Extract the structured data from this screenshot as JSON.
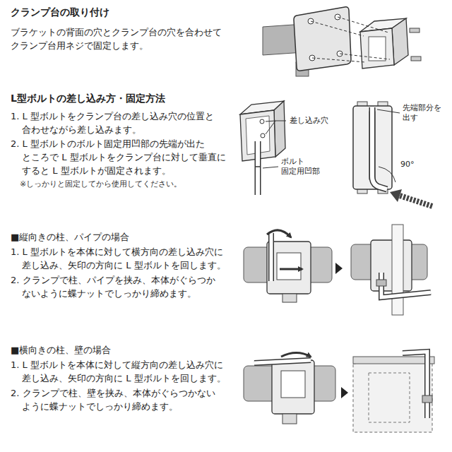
{
  "diagram": {
    "labels": [
      "クランプ台の取り付け",
      "ブラケットの背面の穴とクランプ台の穴を合わせて クランプ台用ネジで固定します。",
      "L型ボルトの差し込み方・固定方法",
      "1. L 型ボルトをクランプ台の差し込み穴の位置と 合わせながら差し込みます。",
      "2. L 型ボルトのボルト固定用凹部の先端が出た ところで L 型ボルトをクランプ台に対して垂直に すると L 型ボルトが固定されます。",
      "※しっかりと固定してから使用してください。",
      "差し込み穴",
      "ボルト 固定用凹部",
      "先端部分を 出す",
      "90°",
      "■縦向きの柱、パイプの場合",
      "1. L 型ボルトを本体に対して横方向の差し込み穴に 差し込み、矢印の方向に L 型ボルトを回します。",
      "2. クランプで柱、パイプを挟み、本体がぐらつか ないように蝶ナットでしっかり締めます。",
      "■横向きの柱、壁の場合",
      "1. L 型ボルトを本体に対して縦方向の差し込み穴に 差し込み、矢印の方向に L 型ボルトを回します。",
      "2. クランプで柱、壁を挟み、本体がぐらつかない ように蝶ナットでしっかり締めます。"
    ]
  }
}
